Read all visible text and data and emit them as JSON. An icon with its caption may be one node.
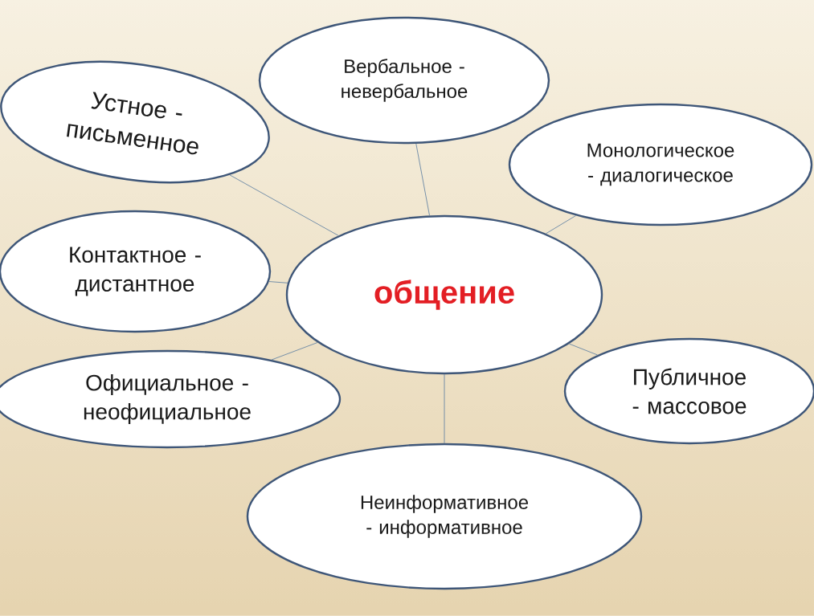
{
  "diagram": {
    "nodes": [
      {
        "text": [
          "общение"
        ]
      },
      {
        "text": [
          "Вербальное - невербальное"
        ]
      },
      {
        "text": [
          "Устное - письменное"
        ]
      },
      {
        "text": [
          "Монологическое - диалогическое"
        ]
      },
      {
        "text": [
          "Контактное - дистантное"
        ]
      },
      {
        "text": [
          "Официальное - неофициальное"
        ]
      },
      {
        "text": [
          "Публичное - массовое"
        ]
      },
      {
        "text": [
          "Неинформативное - информативное"
        ]
      }
    ],
    "edges": [
      {
        "from": 0,
        "to": 1,
        "arrow": "none"
      },
      {
        "from": 0,
        "to": 2,
        "arrow": "none"
      },
      {
        "from": 0,
        "to": 3,
        "arrow": "none"
      },
      {
        "from": 0,
        "to": 4,
        "arrow": "none"
      },
      {
        "from": 0,
        "to": 5,
        "arrow": "none"
      },
      {
        "from": 0,
        "to": 6,
        "arrow": "none"
      },
      {
        "from": 0,
        "to": 7,
        "arrow": "none"
      }
    ]
  }
}
